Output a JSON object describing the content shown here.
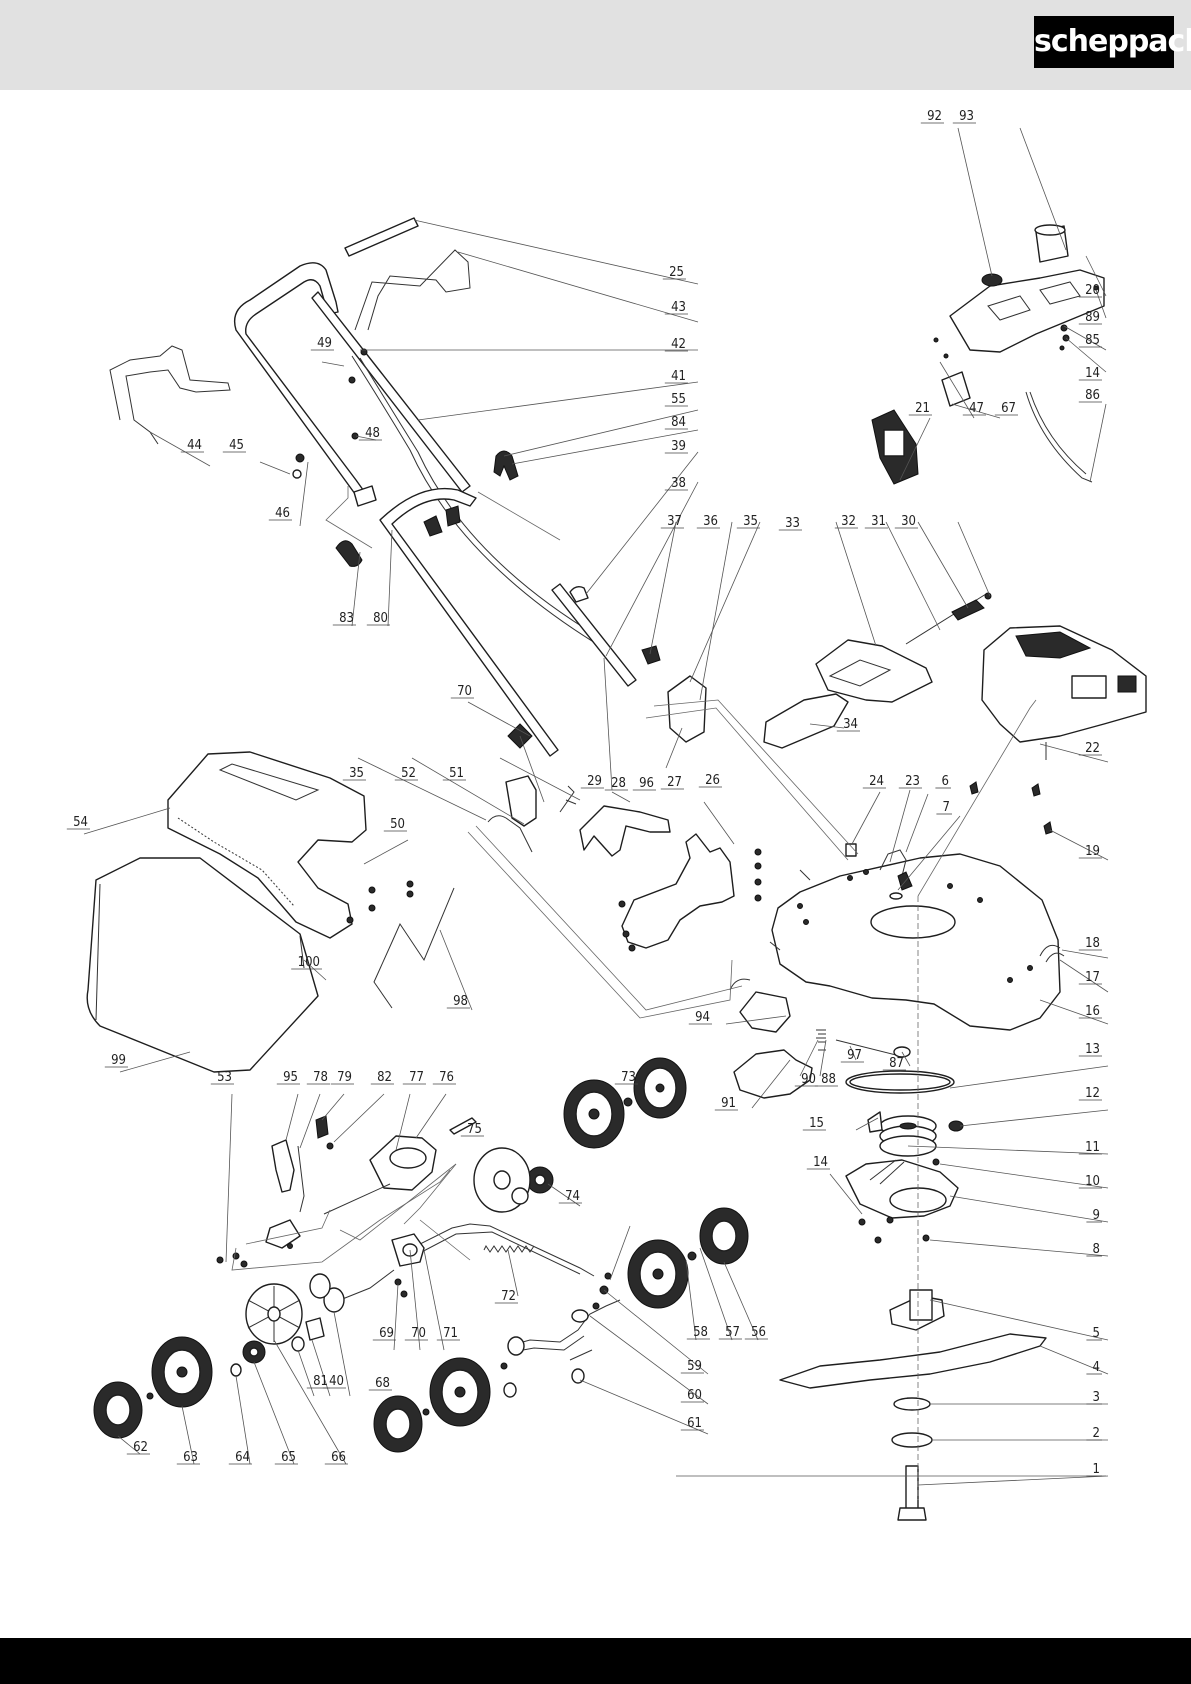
{
  "brand": {
    "logo_text": "scheppach",
    "header_color": "#e1e1e1",
    "footer_color": "#000000"
  },
  "callouts": [
    {
      "id": "c1",
      "num": "1"
    },
    {
      "id": "c2",
      "num": "2"
    },
    {
      "id": "c3",
      "num": "3"
    },
    {
      "id": "c4",
      "num": "4"
    },
    {
      "id": "c5",
      "num": "5"
    },
    {
      "id": "c6",
      "num": "6"
    },
    {
      "id": "c7",
      "num": "7"
    },
    {
      "id": "c8",
      "num": "8"
    },
    {
      "id": "c9",
      "num": "9"
    },
    {
      "id": "c10",
      "num": "10"
    },
    {
      "id": "c11",
      "num": "11"
    },
    {
      "id": "c12",
      "num": "12"
    },
    {
      "id": "c13",
      "num": "13"
    },
    {
      "id": "c14a",
      "num": "14"
    },
    {
      "id": "c14b",
      "num": "14"
    },
    {
      "id": "c15",
      "num": "15"
    },
    {
      "id": "c16",
      "num": "16"
    },
    {
      "id": "c17",
      "num": "17"
    },
    {
      "id": "c18",
      "num": "18"
    },
    {
      "id": "c19",
      "num": "19"
    },
    {
      "id": "c20",
      "num": "20"
    },
    {
      "id": "c21",
      "num": "21"
    },
    {
      "id": "c22",
      "num": "22"
    },
    {
      "id": "c23",
      "num": "23"
    },
    {
      "id": "c24",
      "num": "24"
    },
    {
      "id": "c25",
      "num": "25"
    },
    {
      "id": "c26",
      "num": "26"
    },
    {
      "id": "c27",
      "num": "27"
    },
    {
      "id": "c28",
      "num": "28"
    },
    {
      "id": "c29",
      "num": "29"
    },
    {
      "id": "c30",
      "num": "30"
    },
    {
      "id": "c31",
      "num": "31"
    },
    {
      "id": "c32",
      "num": "32"
    },
    {
      "id": "c33",
      "num": "33"
    },
    {
      "id": "c34",
      "num": "34"
    },
    {
      "id": "c35a",
      "num": "35"
    },
    {
      "id": "c35b",
      "num": "35"
    },
    {
      "id": "c36",
      "num": "36"
    },
    {
      "id": "c37",
      "num": "37"
    },
    {
      "id": "c38",
      "num": "38"
    },
    {
      "id": "c39",
      "num": "39"
    },
    {
      "id": "c40",
      "num": "40"
    },
    {
      "id": "c41",
      "num": "41"
    },
    {
      "id": "c42",
      "num": "42"
    },
    {
      "id": "c43",
      "num": "43"
    },
    {
      "id": "c44",
      "num": "44"
    },
    {
      "id": "c45",
      "num": "45"
    },
    {
      "id": "c46",
      "num": "46"
    },
    {
      "id": "c47",
      "num": "47"
    },
    {
      "id": "c48",
      "num": "48"
    },
    {
      "id": "c49",
      "num": "49"
    },
    {
      "id": "c50",
      "num": "50"
    },
    {
      "id": "c51",
      "num": "51"
    },
    {
      "id": "c52",
      "num": "52"
    },
    {
      "id": "c53",
      "num": "53"
    },
    {
      "id": "c54",
      "num": "54"
    },
    {
      "id": "c55",
      "num": "55"
    },
    {
      "id": "c56",
      "num": "56"
    },
    {
      "id": "c57",
      "num": "57"
    },
    {
      "id": "c58",
      "num": "58"
    },
    {
      "id": "c59",
      "num": "59"
    },
    {
      "id": "c60",
      "num": "60"
    },
    {
      "id": "c61",
      "num": "61"
    },
    {
      "id": "c62",
      "num": "62"
    },
    {
      "id": "c63",
      "num": "63"
    },
    {
      "id": "c64",
      "num": "64"
    },
    {
      "id": "c65",
      "num": "65"
    },
    {
      "id": "c66",
      "num": "66"
    },
    {
      "id": "c67",
      "num": "67"
    },
    {
      "id": "c68",
      "num": "68"
    },
    {
      "id": "c69",
      "num": "69"
    },
    {
      "id": "c70a",
      "num": "70"
    },
    {
      "id": "c70b",
      "num": "70"
    },
    {
      "id": "c71",
      "num": "71"
    },
    {
      "id": "c72",
      "num": "72"
    },
    {
      "id": "c73",
      "num": "73"
    },
    {
      "id": "c74",
      "num": "74"
    },
    {
      "id": "c75",
      "num": "75"
    },
    {
      "id": "c76",
      "num": "76"
    },
    {
      "id": "c77",
      "num": "77"
    },
    {
      "id": "c78",
      "num": "78"
    },
    {
      "id": "c79",
      "num": "79"
    },
    {
      "id": "c80",
      "num": "80"
    },
    {
      "id": "c81",
      "num": "81"
    },
    {
      "id": "c82",
      "num": "82"
    },
    {
      "id": "c83",
      "num": "83"
    },
    {
      "id": "c84",
      "num": "84"
    },
    {
      "id": "c85",
      "num": "85"
    },
    {
      "id": "c86",
      "num": "86"
    },
    {
      "id": "c87",
      "num": "87"
    },
    {
      "id": "c88",
      "num": "88"
    },
    {
      "id": "c89",
      "num": "89"
    },
    {
      "id": "c90",
      "num": "90"
    },
    {
      "id": "c91",
      "num": "91"
    },
    {
      "id": "c92",
      "num": "92"
    },
    {
      "id": "c93",
      "num": "93"
    },
    {
      "id": "c94",
      "num": "94"
    },
    {
      "id": "c95",
      "num": "95"
    },
    {
      "id": "c96",
      "num": "96"
    },
    {
      "id": "c97",
      "num": "97"
    },
    {
      "id": "c98",
      "num": "98"
    },
    {
      "id": "c99",
      "num": "99"
    },
    {
      "id": "c100",
      "num": "100"
    }
  ]
}
